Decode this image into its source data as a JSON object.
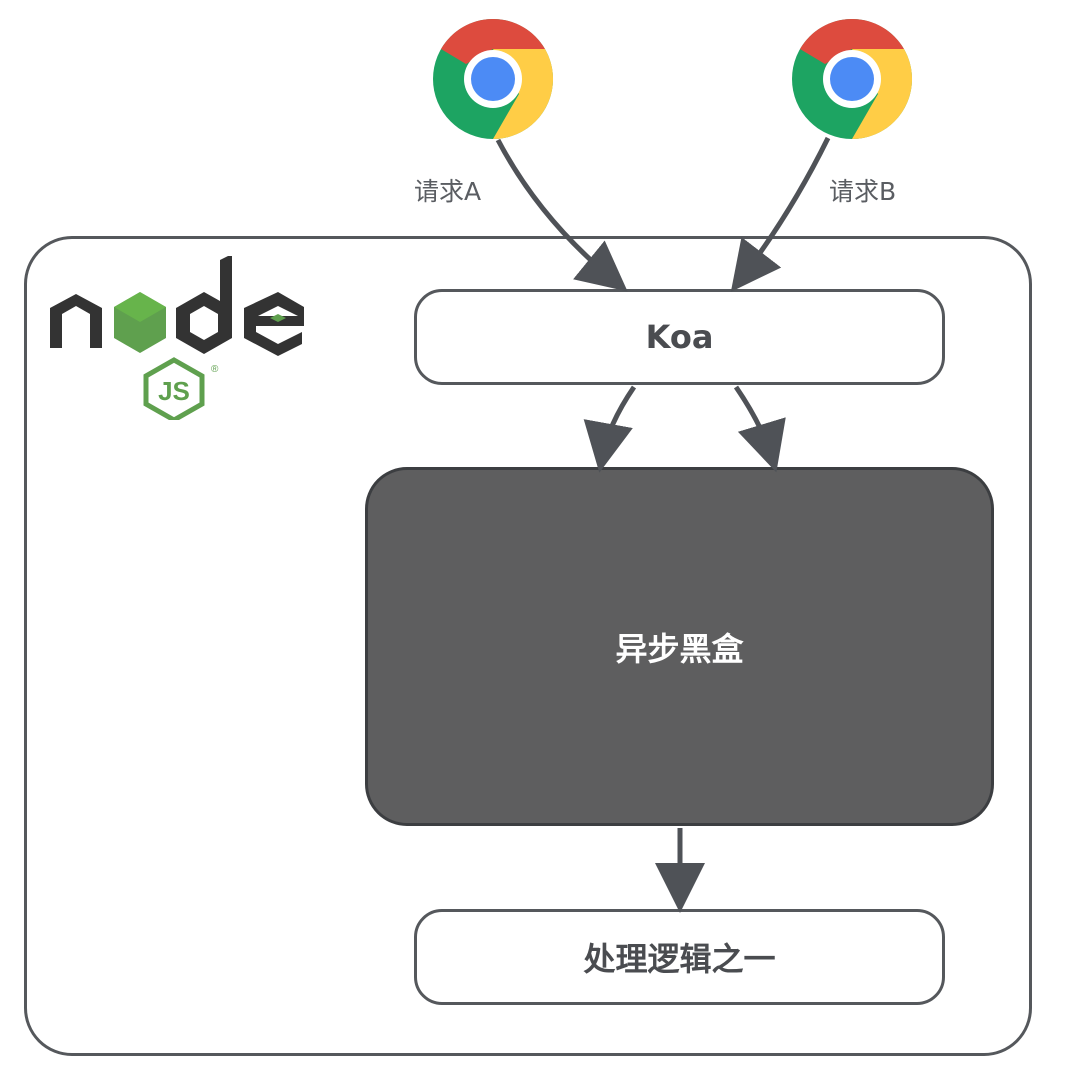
{
  "requests": {
    "a_label": "请求A",
    "b_label": "请求B",
    "browser_icon": "chrome-icon"
  },
  "logo": {
    "name": "nodejs-logo",
    "text": "node",
    "sub_text": "JS",
    "brand_color": "#5fa04e",
    "dark_color": "#333333"
  },
  "boxes": {
    "koa_label": "Koa",
    "black_box_label": "异步黑盒",
    "logic_label": "处理逻辑之一"
  },
  "colors": {
    "stroke": "#55585c",
    "black_box_fill": "#5e5e5f",
    "text": "#4a4c50"
  }
}
